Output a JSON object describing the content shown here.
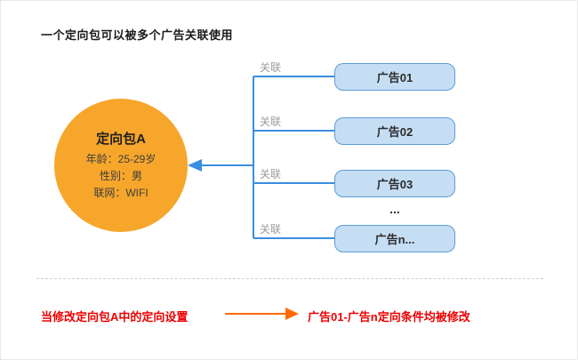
{
  "title": "一个定向包可以被多个广告关联使用",
  "package": {
    "name": "定向包A",
    "attributes": [
      "年龄：25-29岁",
      "性别：男",
      "联网：WIFI"
    ]
  },
  "ads": [
    {
      "label": "广告01"
    },
    {
      "label": "广告02"
    },
    {
      "label": "广告03"
    },
    {
      "label": "广告n..."
    }
  ],
  "ellipsis": "...",
  "edges": [
    {
      "label": "关联"
    },
    {
      "label": "关联"
    },
    {
      "label": "关联"
    },
    {
      "label": "关联"
    }
  ],
  "footer": {
    "left_text": "当修改定向包A中的定向设置",
    "right_text": "广告01-广告n定向条件均被修改"
  },
  "colors": {
    "circle_fill": "#F6A62B",
    "box_fill": "#C6DEF4",
    "box_border": "#5C9CD6",
    "connector_blue": "#3A8EE0",
    "edge_label_gray": "#9B9B9B",
    "footer_red": "#EE0000",
    "footer_arrow_orange": "#FF6A00"
  }
}
